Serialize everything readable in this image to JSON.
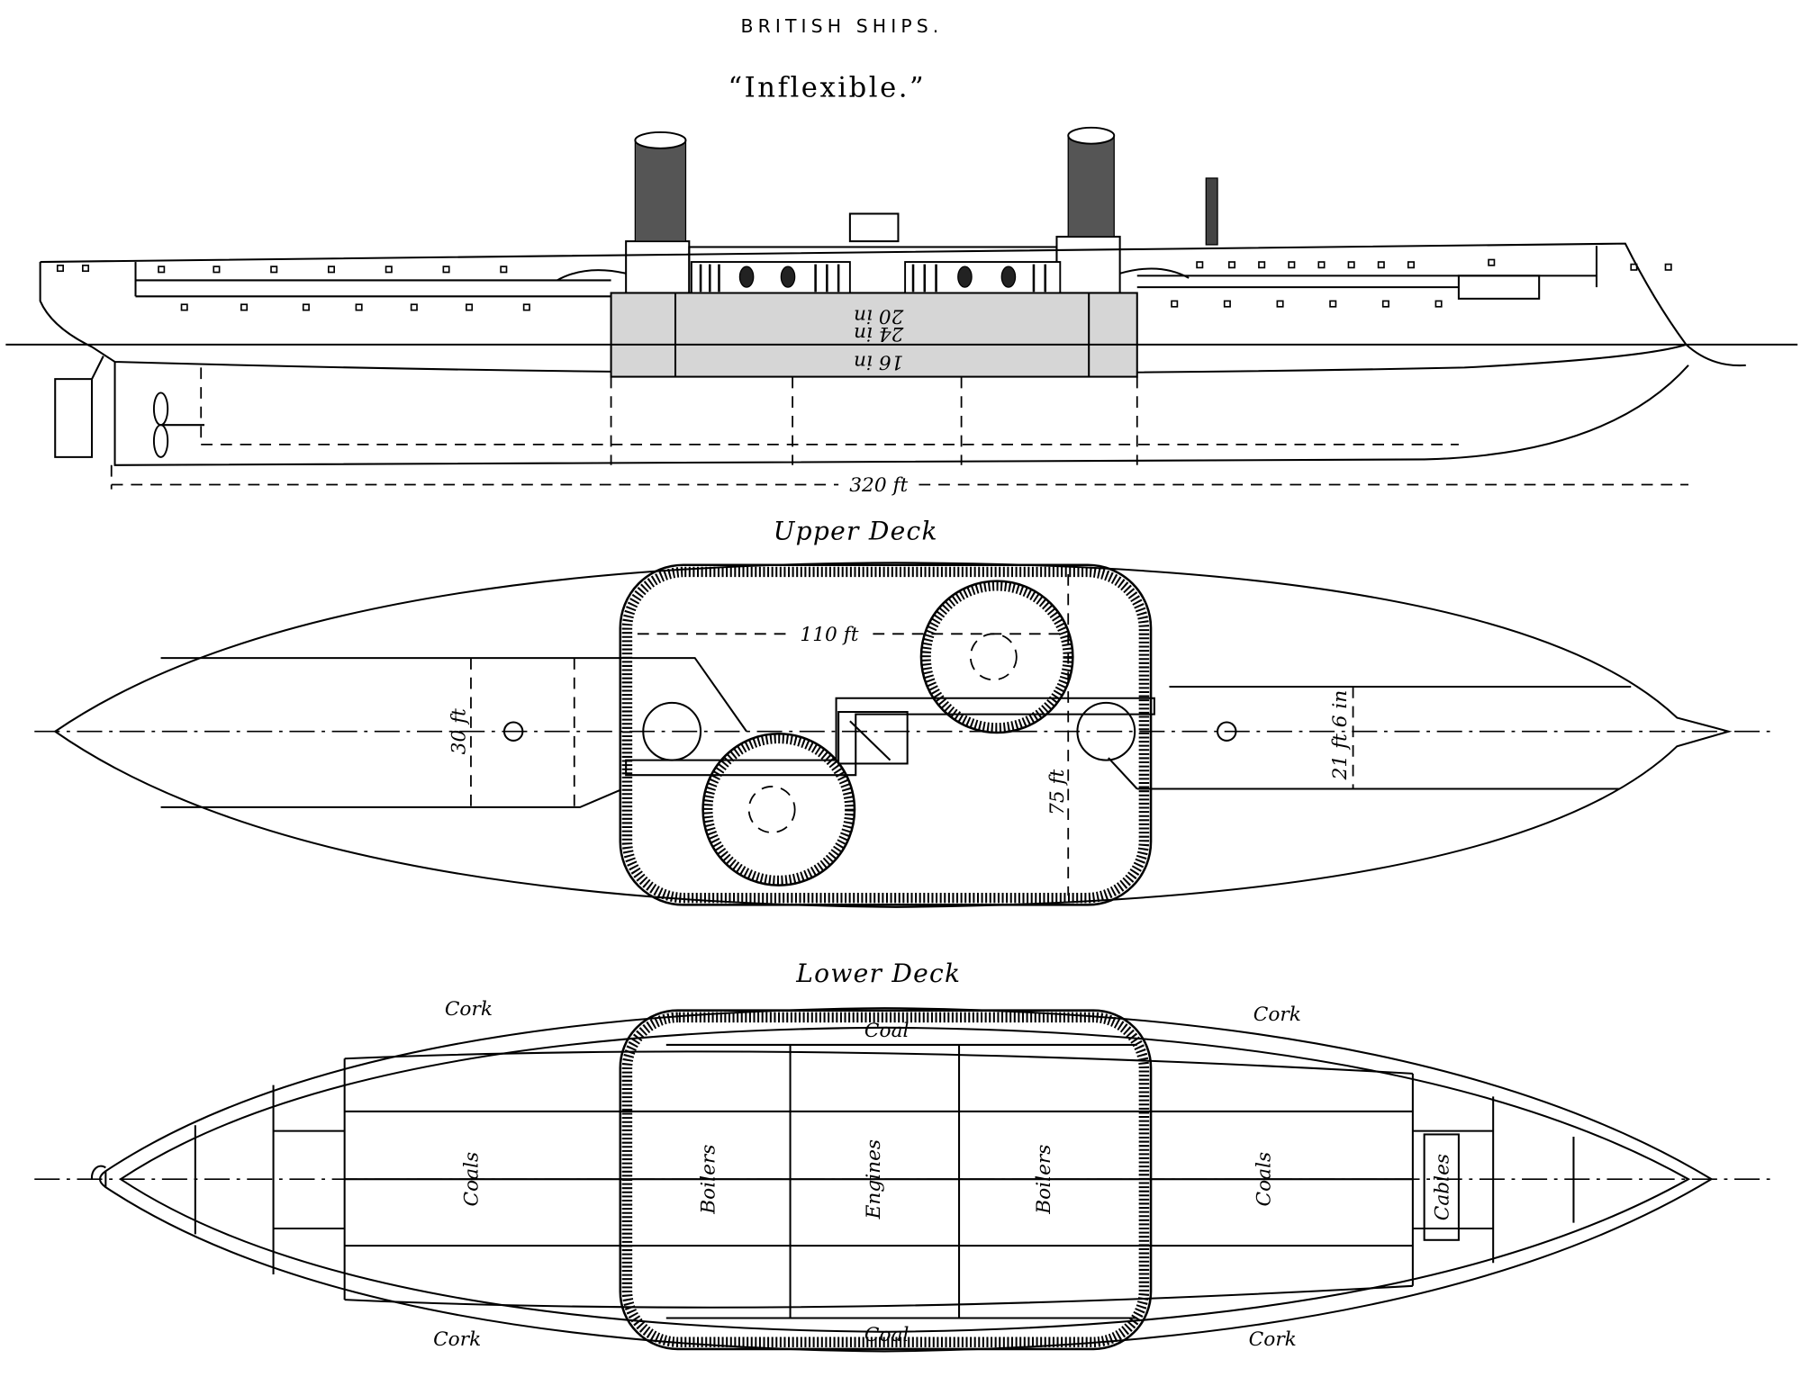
{
  "header": {
    "series": "BRITISH SHIPS.",
    "ship_name": "“Inflexible.”"
  },
  "profile": {
    "armor_labels": [
      "20 in",
      "24 in",
      "16 in"
    ],
    "length_label": "320 ft"
  },
  "upper_deck": {
    "title": "Upper Deck",
    "citadel_length": "110 ft",
    "beam_fore": "30 ft",
    "citadel_width": "75 ft",
    "beam_aft": "21 ft 6 in"
  },
  "lower_deck": {
    "title": "Lower Deck",
    "compartments": [
      "Coals",
      "Boilers",
      "Engines",
      "Boilers",
      "Coals",
      "Cables"
    ],
    "cork_labels": [
      "Cork",
      "Cork",
      "Cork",
      "Cork"
    ],
    "coal_labels": [
      "Coal",
      "Coal"
    ]
  },
  "colors": {
    "ink": "#000000",
    "armor": "#d6d6d6",
    "paper": "#ffffff"
  }
}
